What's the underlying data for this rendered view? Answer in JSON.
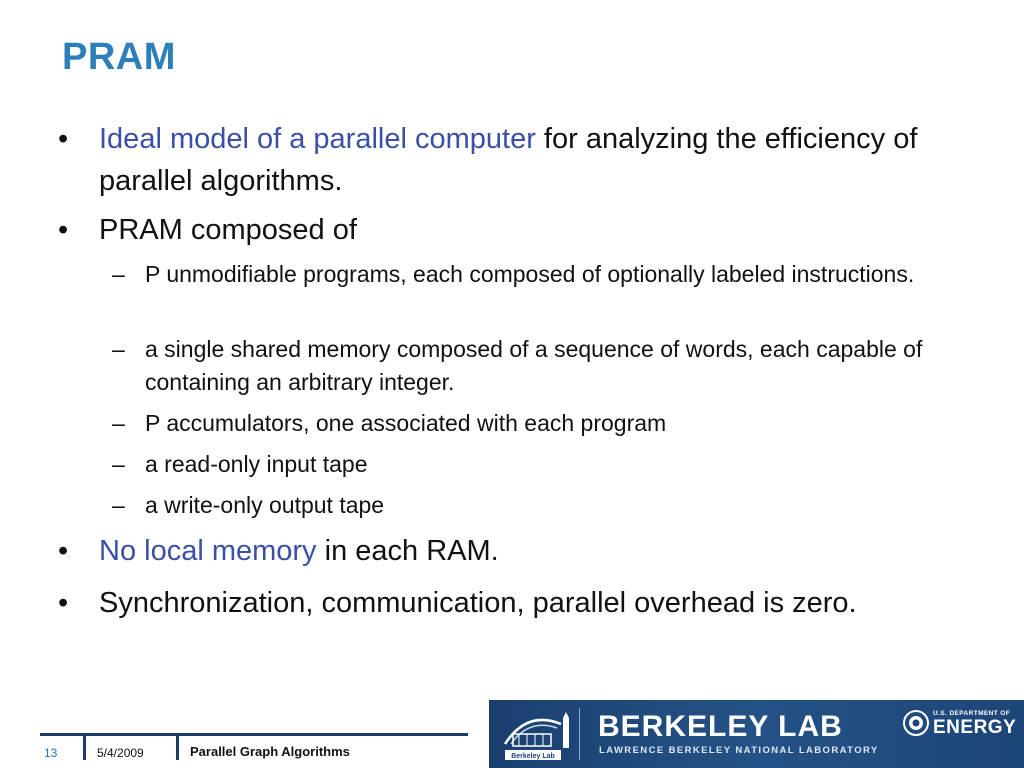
{
  "slide": {
    "title": "PRAM",
    "bullets": [
      {
        "marker": "•",
        "highlight": "Ideal model of a parallel computer",
        "text": " for analyzing the efficiency of parallel algorithms."
      },
      {
        "marker": "•",
        "highlight": "",
        "text": "PRAM composed of"
      },
      {
        "marker": "•",
        "highlight": "No local memory",
        "text": " in each RAM."
      },
      {
        "marker": "•",
        "highlight": "",
        "text": "Synchronization, communication, parallel overhead is zero."
      }
    ],
    "subbullets": [
      {
        "marker": "–",
        "text": "P unmodifiable programs, each composed of optionally labeled instructions."
      },
      {
        "marker": "–",
        "text": "a single shared memory composed of a sequence of words, each capable of containing an arbitrary integer."
      },
      {
        "marker": "–",
        "text": "P accumulators, one associated with each program"
      },
      {
        "marker": "–",
        "text": "a read-only input tape"
      },
      {
        "marker": "–",
        "text": "a write-only output tape"
      }
    ]
  },
  "footer": {
    "slide_number": "13",
    "date": "5/4/2009",
    "title": "Parallel Graph Algorithms"
  },
  "banner": {
    "logo_text": "Berkeley Lab",
    "name": "BERKELEY LAB",
    "subtitle": "LAWRENCE BERKELEY NATIONAL LABORATORY",
    "doe_small": "U.S. DEPARTMENT OF",
    "doe_big": "ENERGY"
  },
  "colors": {
    "title": "#2c7fb8",
    "highlight": "#3b4fa8",
    "banner": "#1d4578"
  }
}
